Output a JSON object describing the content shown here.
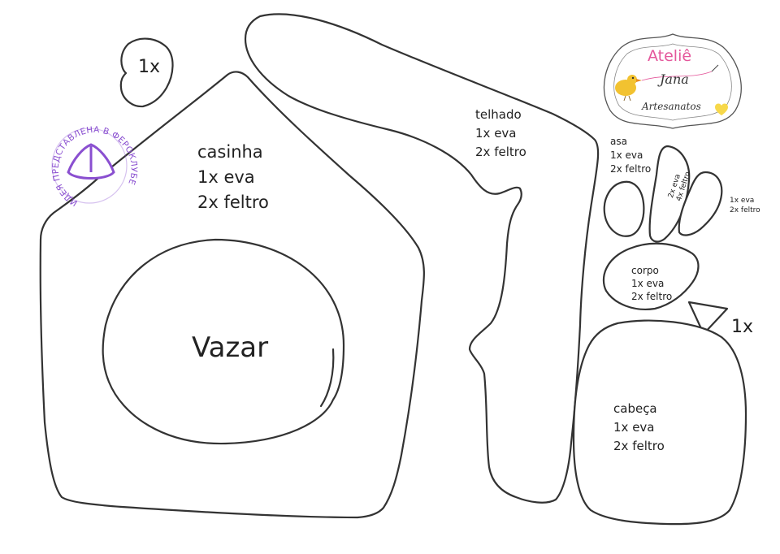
{
  "pieces": {
    "small_heart": {
      "label": "1x"
    },
    "casinha": {
      "title": "casinha",
      "line1": "1x eva",
      "line2": "2x feltro"
    },
    "hole": {
      "label": "Vazar"
    },
    "telhado": {
      "title": "telhado",
      "line1": "1x eva",
      "line2": "2x feltro"
    },
    "asa": {
      "title": "asa",
      "line1": "1x eva",
      "line2": "2x feltro"
    },
    "asa_rotated": {
      "line1": "2x eva",
      "line2": "4x feltro"
    },
    "teardrop": {
      "line1": "1x eva",
      "line2": "2x feltro"
    },
    "corpo": {
      "title": "corpo",
      "line1": "1x eva",
      "line2": "2x feltro"
    },
    "beak": {
      "label": "1x"
    },
    "cabeca": {
      "title": "cabeça",
      "line1": "1x eva",
      "line2": "2x feltro"
    }
  },
  "logo": {
    "brand": "Ateliê",
    "name": "Jana",
    "subtitle": "Artesanatos"
  },
  "stamp": {
    "text": "ИДЕЯ ПРЕДСТАВЛЕНА В ФЕРОКЛУБЕ"
  },
  "colors": {
    "outline": "#333333",
    "brand_pink": "#e4579b",
    "stamp_purple": "#8a4fd0",
    "bird_yellow": "#f2c230",
    "heart_yellow": "#f7d84a"
  }
}
